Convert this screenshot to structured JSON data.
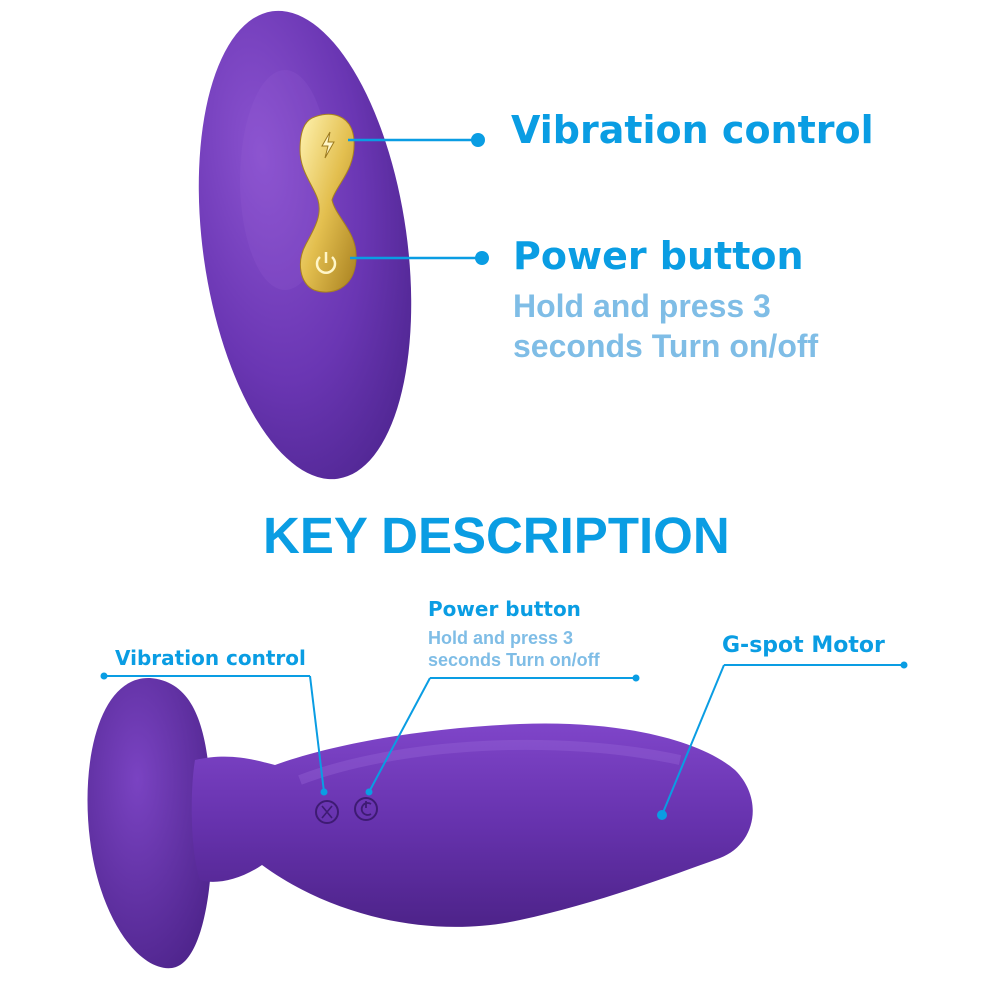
{
  "colors": {
    "accent": "#0a9de3",
    "sub_text": "#7fbde6",
    "product_purple": "#5e2fa3",
    "gold": "#e8c65a"
  },
  "top": {
    "vibration_label": "Vibration control",
    "power_label": "Power button",
    "power_desc_line1": "Hold and press 3",
    "power_desc_line2": "seconds Turn on/off"
  },
  "heading": "KEY DESCRIPTION",
  "bottom": {
    "vibration_label": "Vibration control",
    "power_label": "Power button",
    "power_desc_line1": "Hold and press 3",
    "power_desc_line2": "seconds Turn on/off",
    "motor_label": "G-spot Motor"
  },
  "icons": [
    "lightning-icon",
    "power-icon",
    "vibration-icon",
    "power-icon"
  ]
}
